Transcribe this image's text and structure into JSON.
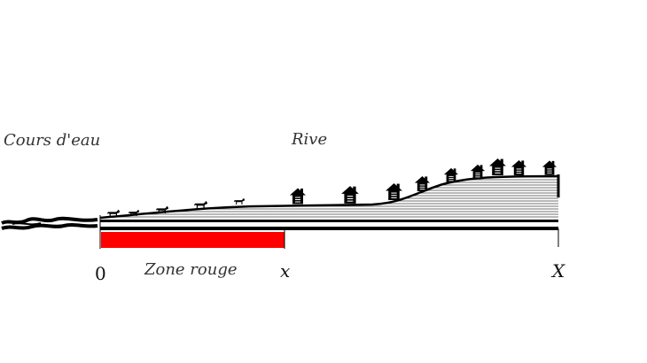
{
  "labels": {
    "watercourse": "Cours d'eau",
    "bank": "Rive",
    "red_zone": "Zone rouge",
    "origin": "0",
    "x_small": "x",
    "x_large": "X"
  },
  "colors": {
    "red_zone": "#ff0000",
    "ink": "#000000",
    "hatch": "#444444",
    "text": "#333333"
  },
  "icons": {
    "animals": [
      "goat-icon",
      "goat-icon",
      "goat-icon",
      "goat-icon",
      "goat-icon"
    ],
    "houses": [
      "house-icon",
      "house-icon",
      "house-icon",
      "house-icon",
      "house-icon",
      "house-icon",
      "house-icon",
      "house-icon",
      "house-icon"
    ]
  }
}
